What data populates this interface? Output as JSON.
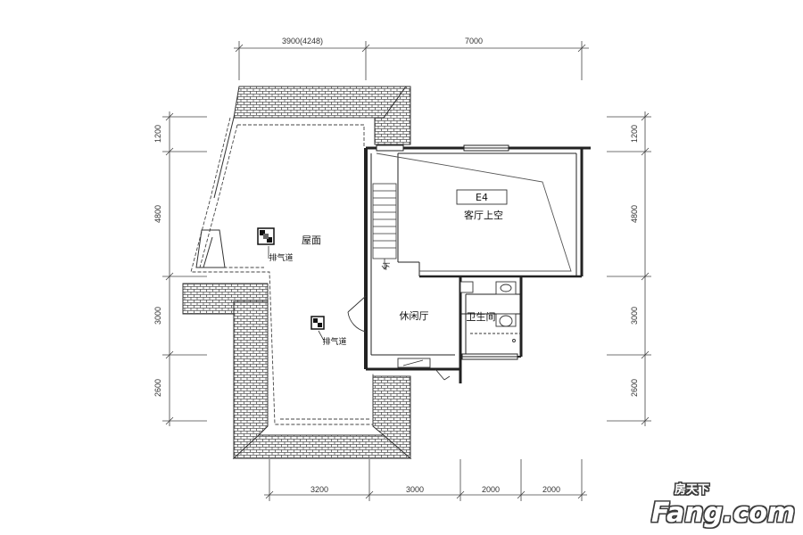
{
  "dimensions": {
    "top": [
      "3900(4248)",
      "7000"
    ],
    "bottom": [
      "3200",
      "3000",
      "2000",
      "2000"
    ],
    "left": [
      "1200",
      "4800",
      "3000",
      "2600"
    ],
    "right": [
      "1200",
      "4800",
      "3000",
      "2600"
    ]
  },
  "rooms": {
    "unit_tag": "E4",
    "living_void": "客厅上空",
    "roof": "屋面",
    "lounge": "休闲厅",
    "bathroom": "卫生间"
  },
  "annotations": {
    "vent_1": "排气道",
    "vent_2": "排气道",
    "stair_down": "下"
  },
  "watermark": {
    "chinese": "房天下",
    "latin": "Fang.com"
  },
  "colors": {
    "wall": "#222222",
    "roof_tile": "#555555",
    "watermark_glow": "#3a3a3a"
  }
}
